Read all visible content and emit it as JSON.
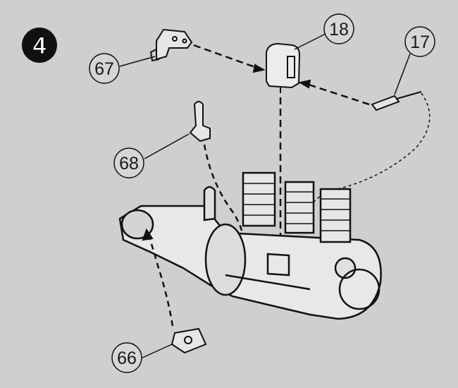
{
  "step_number": "4",
  "parts": [
    {
      "id": "67"
    },
    {
      "id": "18"
    },
    {
      "id": "17"
    },
    {
      "id": "68"
    },
    {
      "id": "66"
    }
  ],
  "colors": {
    "background": "#cfcfcf",
    "ink": "#111111"
  }
}
